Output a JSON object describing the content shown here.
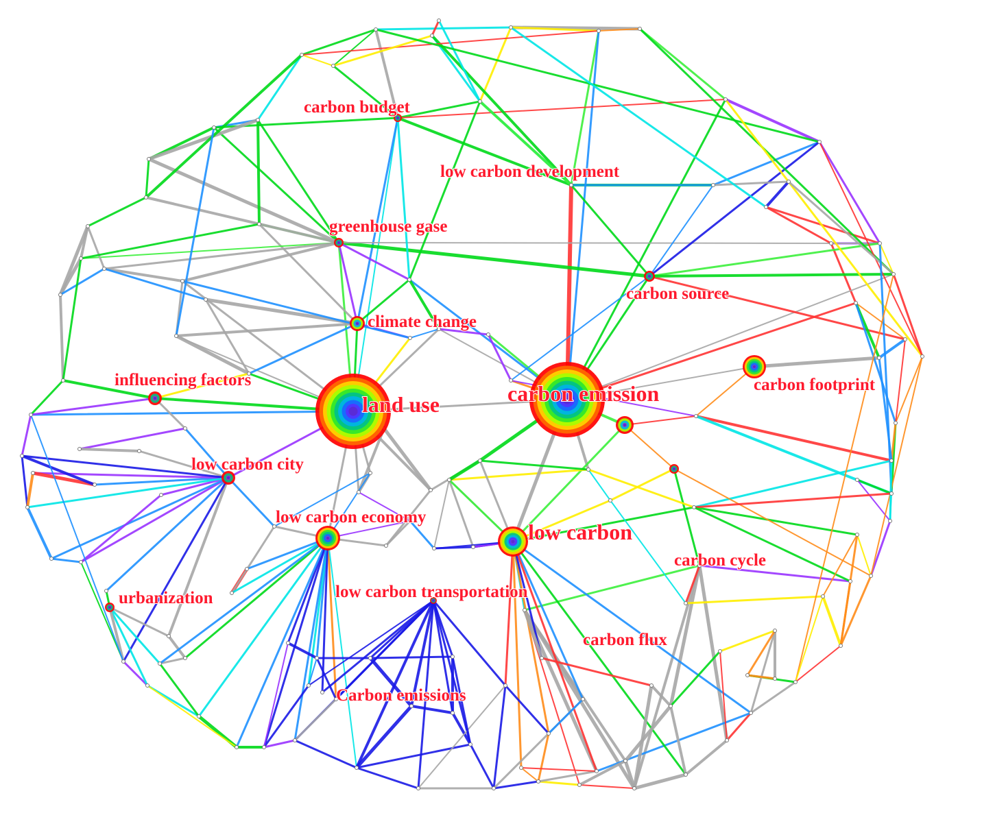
{
  "figure": {
    "type": "keyword co-occurrence network",
    "label_color": "#ff1a2e",
    "edge_palette": [
      "#a6a6a6",
      "#00d91a",
      "#3cf03c",
      "#00e5e5",
      "#1e90ff",
      "#1a1ae6",
      "#9933ff",
      "#ff3333",
      "#ff8c1a",
      "#ffee00",
      "#33ff99",
      "#0066cc"
    ],
    "ring_palette": [
      "#ff0000",
      "#ff6a00",
      "#ffd400",
      "#a6ff00",
      "#2ee62e",
      "#00c08a",
      "#00b3e6",
      "#1a66ff",
      "#5533ff",
      "#9933cc"
    ]
  },
  "keywords": [
    {
      "id": "carbon-budget",
      "text": "carbon budget",
      "size": "sm"
    },
    {
      "id": "low-carbon-development",
      "text": "low carbon development",
      "size": "sm"
    },
    {
      "id": "greenhouse-gase",
      "text": "greenhouse gase",
      "size": "sm"
    },
    {
      "id": "carbon-source",
      "text": "carbon source",
      "size": "sm"
    },
    {
      "id": "climate-change",
      "text": "climate change",
      "size": "sm"
    },
    {
      "id": "influencing-factors",
      "text": "influencing factors",
      "size": "sm"
    },
    {
      "id": "land-use",
      "text": "land use",
      "size": "lg"
    },
    {
      "id": "carbon-emission",
      "text": "carbon emission",
      "size": "lg"
    },
    {
      "id": "carbon-footprint",
      "text": "carbon footprint",
      "size": "sm"
    },
    {
      "id": "low-carbon-city",
      "text": "low carbon city",
      "size": "sm"
    },
    {
      "id": "low-carbon-economy",
      "text": "low carbon economy",
      "size": "sm"
    },
    {
      "id": "low-carbon",
      "text": "low carbon",
      "size": "lg"
    },
    {
      "id": "carbon-cycle",
      "text": "carbon cycle",
      "size": "sm"
    },
    {
      "id": "urbanization",
      "text": "urbanization",
      "size": "sm"
    },
    {
      "id": "low-carbon-transportation",
      "text": "low carbon transportation",
      "size": "sm"
    },
    {
      "id": "carbon-flux",
      "text": "carbon flux",
      "size": "sm"
    },
    {
      "id": "carbon-emissions",
      "text": "Carbon emissions",
      "size": "sm"
    }
  ]
}
